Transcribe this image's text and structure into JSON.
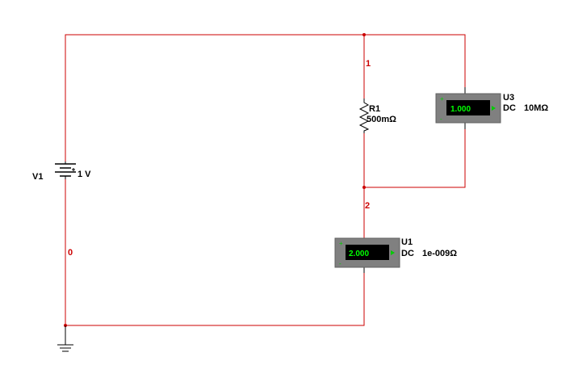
{
  "colors": {
    "wire": "#cc0000",
    "component": "#000000",
    "meter_body": "#808080",
    "meter_display": "#000000",
    "meter_text": "#00ff00",
    "terminal": "#00cc00"
  },
  "components": {
    "v1": {
      "ref": "V1",
      "value": "1 V"
    },
    "r1": {
      "ref": "R1",
      "value": "500mΩ"
    },
    "u3": {
      "ref": "U3",
      "mode": "DC",
      "resistance": "10MΩ",
      "reading": "1.000"
    },
    "u1": {
      "ref": "U1",
      "mode": "DC",
      "resistance": "1e-009Ω",
      "reading": "2.000"
    },
    "ground": {
      "icon": "ground-icon"
    }
  },
  "nodes": {
    "n0": "0",
    "n1": "1",
    "n2": "2"
  }
}
